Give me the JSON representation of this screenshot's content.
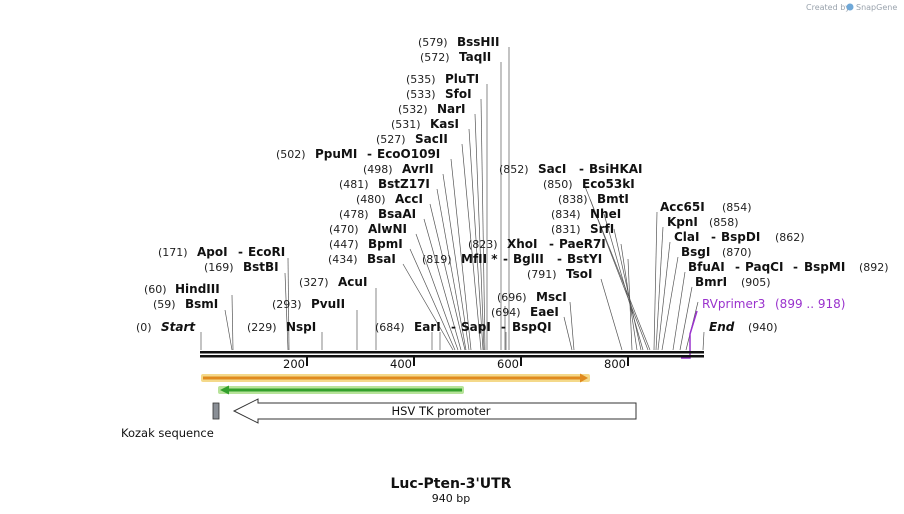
{
  "credit": {
    "text": "Created by",
    "brand": "SnapGene"
  },
  "sequence": {
    "name": "Luc-Pten-3'UTR",
    "length_label": "940 bp",
    "length": 940
  },
  "ruler": {
    "ticks": [
      "200",
      "400",
      "600",
      "800"
    ],
    "tick_values": [
      200,
      400,
      600,
      800
    ]
  },
  "start": {
    "label": "Start",
    "pos": "(0)"
  },
  "end": {
    "label": "End",
    "pos": "(940)"
  },
  "sites": [
    {
      "pos": "(579)",
      "name": "BssHII",
      "bp": 579
    },
    {
      "pos": "(572)",
      "name": "TaqII",
      "bp": 572
    },
    {
      "pos": "(535)",
      "name": "PluTI",
      "bp": 535
    },
    {
      "pos": "(533)",
      "name": "SfoI",
      "bp": 533
    },
    {
      "pos": "(532)",
      "name": "NarI",
      "bp": 532
    },
    {
      "pos": "(531)",
      "name": "KasI",
      "bp": 531
    },
    {
      "pos": "(527)",
      "name": "SacII",
      "bp": 527
    },
    {
      "pos": "(502)",
      "name": "PpuMI",
      "name2": "EcoO109I",
      "bp": 502
    },
    {
      "pos": "(498)",
      "name": "AvrII",
      "bp": 498
    },
    {
      "pos": "(481)",
      "name": "BstZ17I",
      "bp": 481
    },
    {
      "pos": "(480)",
      "name": "AccI",
      "bp": 480
    },
    {
      "pos": "(478)",
      "name": "BsaAI",
      "bp": 478
    },
    {
      "pos": "(470)",
      "name": "AlwNI",
      "bp": 470
    },
    {
      "pos": "(447)",
      "name": "BpmI",
      "bp": 447
    },
    {
      "pos": "(434)",
      "name": "BsaI",
      "bp": 434
    },
    {
      "pos": "(819)",
      "name": "MfII *",
      "name2": "BglII",
      "name3": "BstYI",
      "bp": 819
    },
    {
      "pos": "(823)",
      "name": "XhoI",
      "name2": "PaeR7I",
      "bp": 823
    },
    {
      "pos": "(831)",
      "name": "SrfI",
      "bp": 831
    },
    {
      "pos": "(834)",
      "name": "NheI",
      "bp": 834
    },
    {
      "pos": "(838)",
      "name": "BmtI",
      "bp": 838
    },
    {
      "pos": "(850)",
      "name": "Eco53kI",
      "bp": 850
    },
    {
      "pos": "(852)",
      "name": "SacI",
      "name2": "BsiHKAI",
      "bp": 852
    },
    {
      "pos": "(791)",
      "name": "TsoI",
      "bp": 791
    },
    {
      "pos": "(696)",
      "name": "MscI",
      "bp": 696
    },
    {
      "pos": "(694)",
      "name": "EaeI",
      "bp": 694
    },
    {
      "pos": "(684)",
      "name": "EarI",
      "name2": "SapI",
      "name3": "BspQI",
      "bp": 684
    },
    {
      "pos": "(854)",
      "name": "Acc65I",
      "bp": 854
    },
    {
      "pos": "(858)",
      "name": "KpnI",
      "bp": 858
    },
    {
      "pos": "(862)",
      "name": "ClaI",
      "name2": "BspDI",
      "bp": 862
    },
    {
      "pos": "(870)",
      "name": "BsgI",
      "bp": 870
    },
    {
      "pos": "(892)",
      "name": "BfuAI",
      "name2": "PaqCI",
      "name3": "BspMI",
      "bp": 892
    },
    {
      "pos": "(905)",
      "name": "BmrI",
      "bp": 905
    },
    {
      "pos": "(171)",
      "name": "ApoI",
      "name2": "EcoRI",
      "bp": 171
    },
    {
      "pos": "(169)",
      "name": "BstBI",
      "bp": 169
    },
    {
      "pos": "(60)",
      "name": "HindIII",
      "bp": 60
    },
    {
      "pos": "(59)",
      "name": "BsmI",
      "bp": 59
    },
    {
      "pos": "(327)",
      "name": "AcuI",
      "bp": 327
    },
    {
      "pos": "(293)",
      "name": "PvuII",
      "bp": 293
    },
    {
      "pos": "(229)",
      "name": "NspI",
      "bp": 229
    }
  ],
  "primer": {
    "label": "RVprimer3",
    "range": "(899 .. 918)",
    "color": "#9a32cd"
  },
  "features": [
    {
      "label": "HSV TK promoter",
      "type": "promoter",
      "direction": "reverse"
    },
    {
      "label": "Kozak sequence",
      "type": "misc"
    }
  ],
  "colors": {
    "orf_fill": "#f0a030",
    "orf_outline": "#f4d98a",
    "green_fill": "#33a02c",
    "green_outline": "#b7e39a",
    "backbone": "#111111",
    "kozak": "#8a8f96"
  }
}
